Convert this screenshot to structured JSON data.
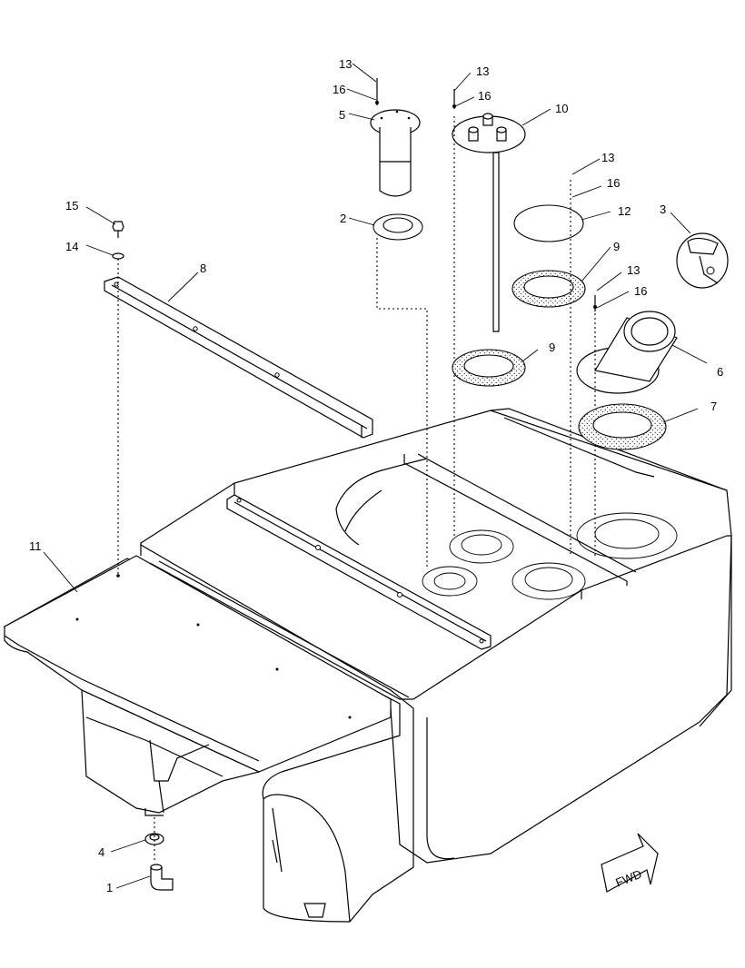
{
  "diagram": {
    "callouts": [
      "1",
      "2",
      "3",
      "4",
      "5",
      "6",
      "7",
      "8",
      "9",
      "9",
      "10",
      "11",
      "12",
      "13",
      "13",
      "13",
      "13",
      "14",
      "15",
      "16",
      "16",
      "16",
      "16"
    ],
    "fwd_label": "FWD"
  }
}
